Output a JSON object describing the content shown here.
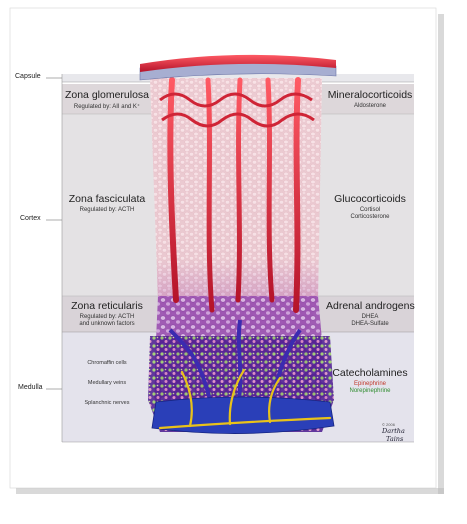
{
  "sections": {
    "capsule": "Capsule",
    "cortex": "Cortex",
    "medulla": "Medulla"
  },
  "zones": {
    "glomerulosa": {
      "name": "Zona glomerulosa",
      "regulation": "Regulated by: AII and K⁺",
      "hormone_class": "Mineralocorticoids",
      "hormones": [
        "Aldosterone"
      ]
    },
    "fasciculata": {
      "name": "Zona fasciculata",
      "regulation": "Regulated by: ACTH",
      "hormone_class": "Glucocorticoids",
      "hormones": [
        "Cortisol",
        "Corticosterone"
      ]
    },
    "reticularis": {
      "name": "Zona reticularis",
      "regulation_line1": "Regulated by: ACTH",
      "regulation_line2": "and unknown factors",
      "hormone_class": "Adrenal androgens",
      "hormones": [
        "DHEA",
        "DHEA-Sulfate"
      ]
    }
  },
  "medulla": {
    "structures": [
      "Chromaffin cells",
      "Medullary veins",
      "Splanchnic nerves"
    ],
    "hormone_class": "Catecholamines",
    "epinephrine": "Epinephrine",
    "norepinephrine": "Norepinephrine"
  },
  "signature": {
    "copyright": "© 2006",
    "artist_line1": "Dartha",
    "artist_line2": "Tains"
  },
  "colors": {
    "capsule_band": "#9aa3c6",
    "artery": "#d7263d",
    "cortex_cells": "#f3dfe3",
    "zone_band": "#dcd6d9",
    "medulla_band": "#e4e2ea",
    "medulla_purple": "#5a1fa0",
    "vein_blue": "#2a3fb8",
    "nerve_yellow": "#e9c21a",
    "epinephrine_text": "#c0392b",
    "norepinephrine_text": "#2e8b2e"
  }
}
